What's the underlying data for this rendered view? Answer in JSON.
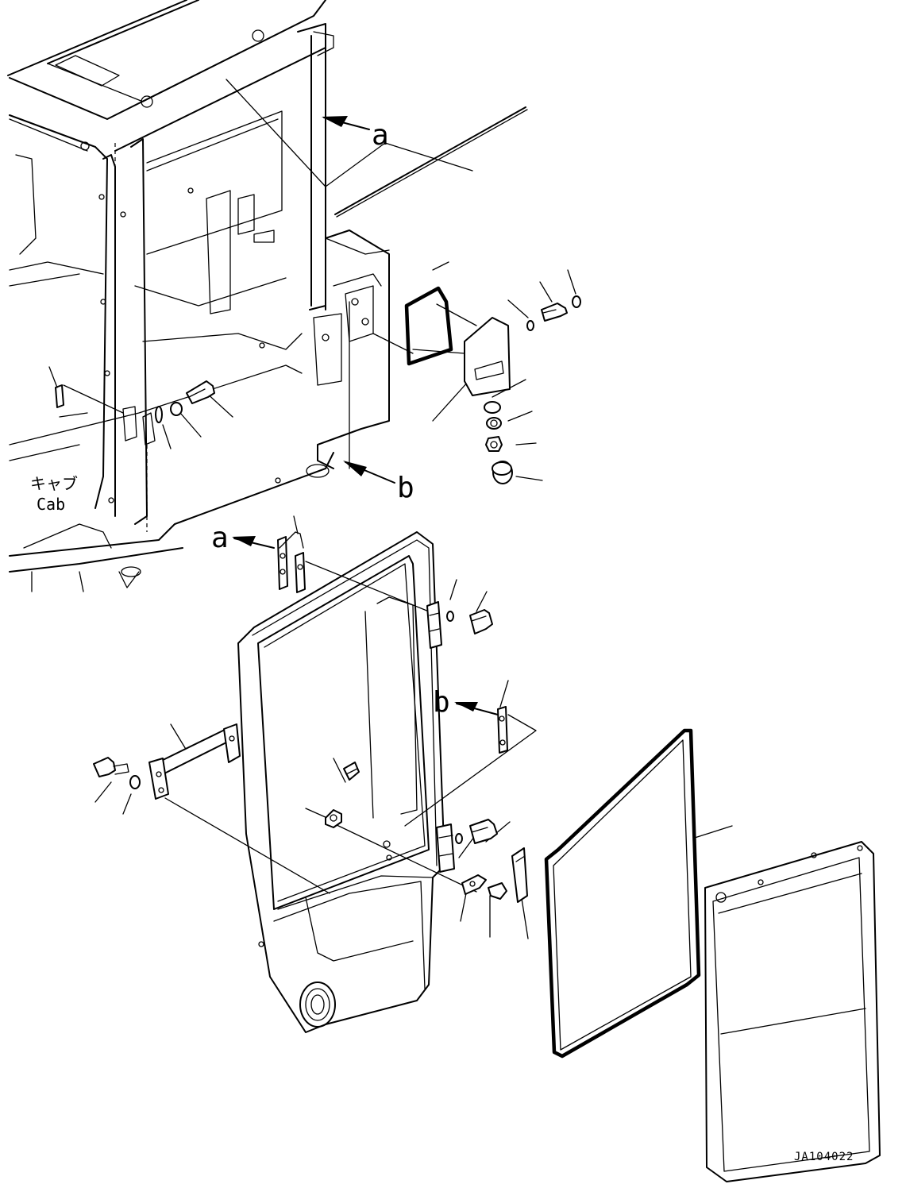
{
  "labels": {
    "ref_a": "a",
    "ref_b": "b",
    "cab_jp": "キャブ",
    "cab_en": "Cab",
    "drawing_code": "JA104022"
  }
}
